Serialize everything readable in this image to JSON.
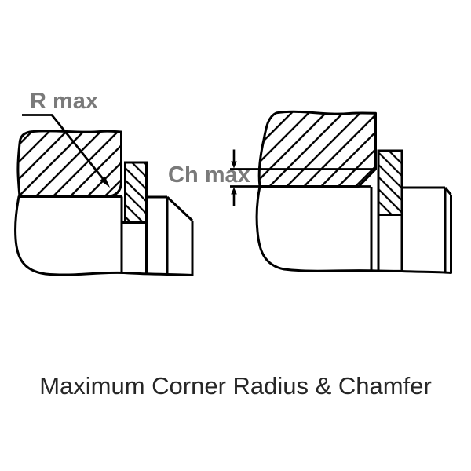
{
  "diagram": {
    "left_label": "R max",
    "right_label": "Ch max",
    "caption": "Maximum Corner Radius & Chamfer",
    "colors": {
      "line": "#000000",
      "label_text": "#7a7a7a",
      "caption_text": "#262626",
      "background": "#ffffff"
    }
  }
}
